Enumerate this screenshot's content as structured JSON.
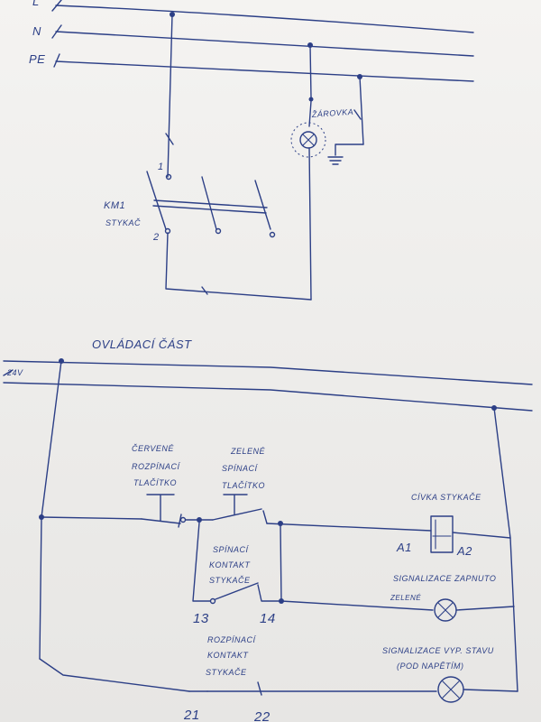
{
  "power": {
    "phase_labels": [
      "L",
      "N",
      "PE"
    ],
    "lamp_label": "ŽÁROVKA",
    "contactor_name": "KM1",
    "contactor_type": "STYKAČ",
    "terminal_top": "1",
    "terminal_bottom": "2"
  },
  "control": {
    "section_title": "OVLÁDACÍ ČÁST",
    "voltage_label": "24V",
    "red_button": [
      "ČERVENÉ",
      "ROZPÍNACÍ",
      "TLAČÍTKO"
    ],
    "green_button": [
      "ZELENÉ",
      "SPÍNACÍ",
      "TLAČÍTKO"
    ],
    "no_contact": [
      "SPÍNACÍ",
      "KONTAKT",
      "STYKAČE"
    ],
    "no_contact_terminals": [
      "13",
      "14"
    ],
    "coil_label": "CÍVKA STYKAČE",
    "coil_terminals": [
      "A1",
      "A2"
    ],
    "signal_on": "SIGNALIZACE ZAPNUTO",
    "signal_on_color": "ZELENÉ",
    "nc_contact": [
      "ROZPÍNACÍ",
      "KONTAKT",
      "STYKAČE"
    ],
    "nc_contact_terminals": [
      "21",
      "22"
    ],
    "signal_off": [
      "SIGNALIZACE VYP. STAVU",
      "(POD NAPĚTÍM)"
    ]
  },
  "colors": {
    "ink": "#2c3f86",
    "paper": "#f1f0ee"
  }
}
